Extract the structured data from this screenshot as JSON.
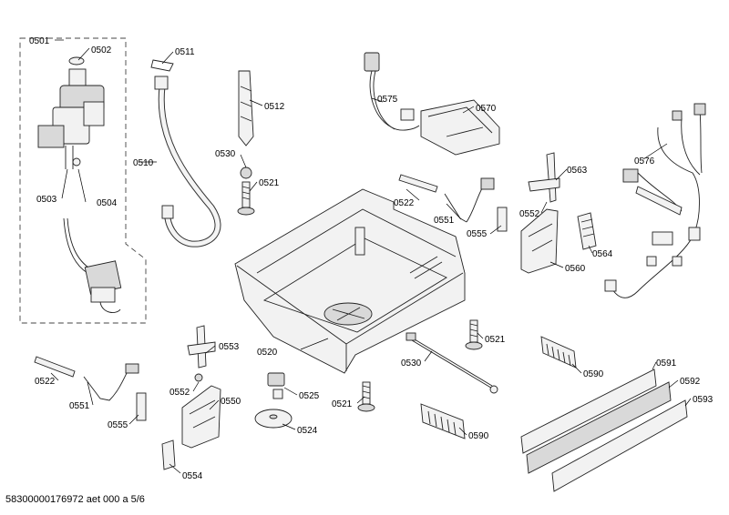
{
  "labels": {
    "l0501": "0501",
    "l0502": "0502",
    "l0503": "0503",
    "l0504": "0504",
    "l0510": "0510",
    "l0511": "0511",
    "l0512": "0512",
    "l0530a": "0530",
    "l0521a": "0521",
    "l0520": "0520",
    "l0522a": "0522",
    "l0551a": "0551",
    "l0555a": "0555",
    "l0575": "0575",
    "l0570": "0570",
    "l0563": "0563",
    "l0552a": "0552",
    "l0560": "0560",
    "l0564": "0564",
    "l0576": "0576",
    "l0553": "0553",
    "l0552b": "0552",
    "l0550": "0550",
    "l0554": "0554",
    "l0522b": "0522",
    "l0551b": "0551",
    "l0555b": "0555",
    "l0525": "0525",
    "l0524": "0524",
    "l0530b": "0530",
    "l0521b": "0521",
    "l0521c": "0521",
    "l0590a": "0590",
    "l0590b": "0590",
    "l0591": "0591",
    "l0592": "0592",
    "l0593": "0593"
  },
  "footer": "58300000176972 aet 000 a 5/6"
}
